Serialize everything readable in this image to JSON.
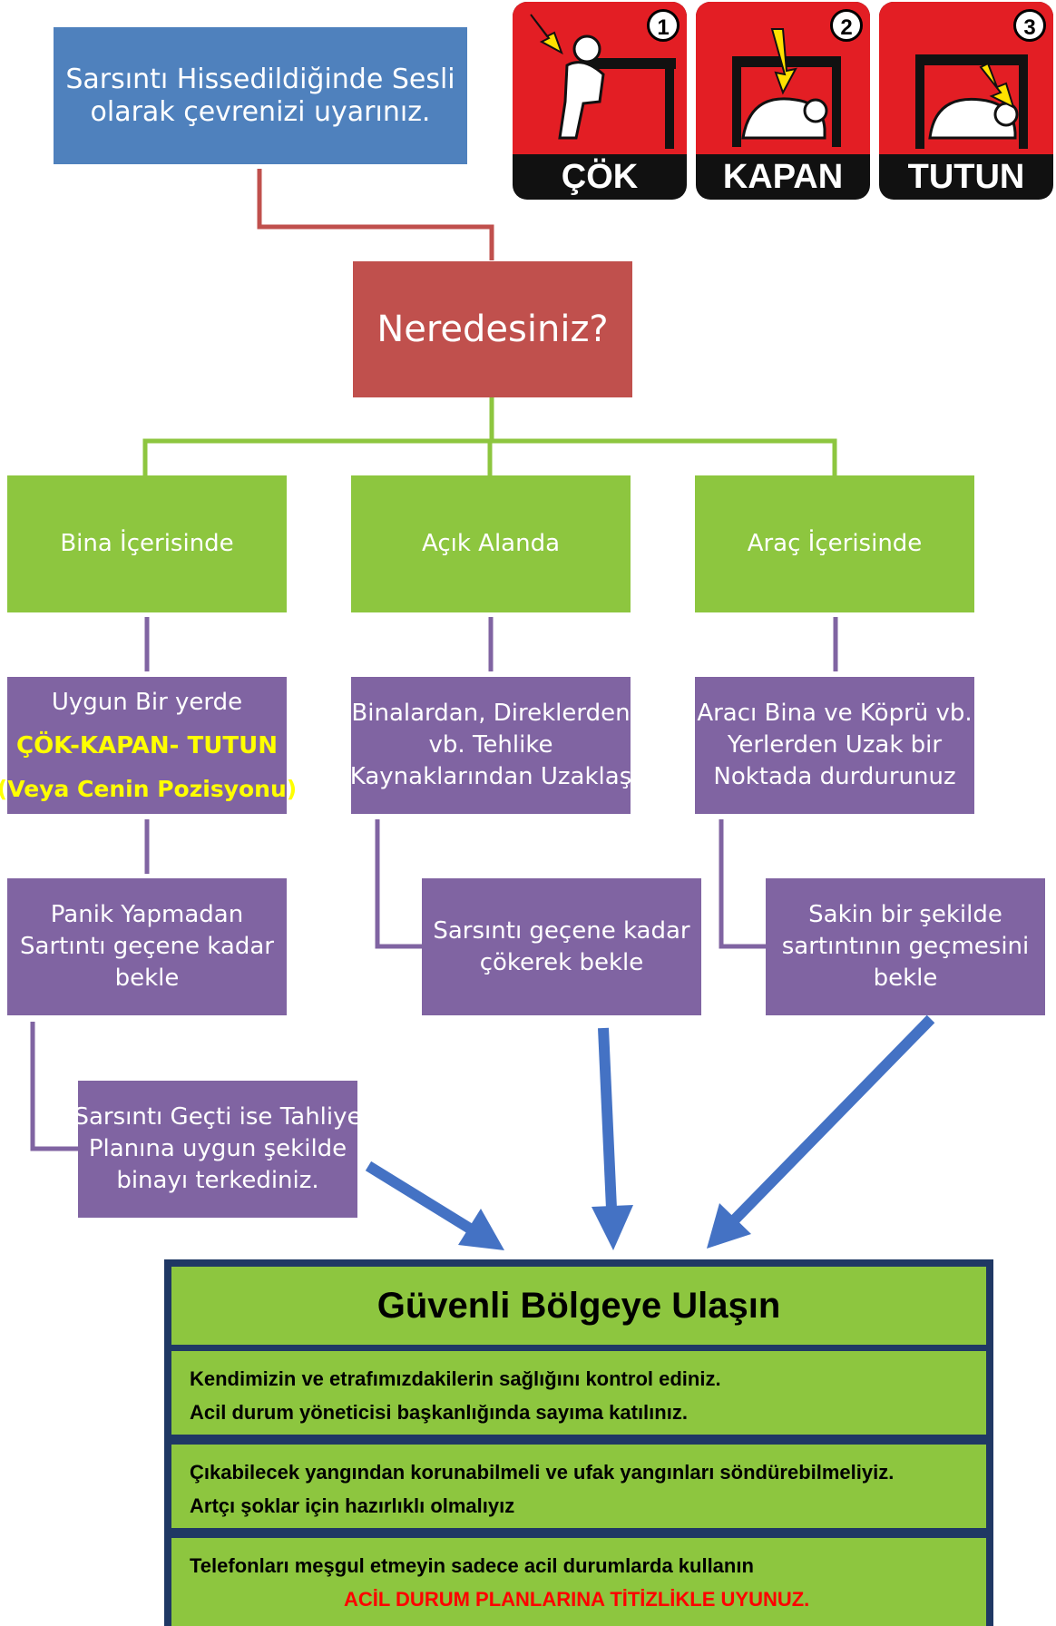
{
  "top_box": {
    "line1": "Sarsıntı Hissedildiğinde Sesli",
    "line2": "olarak çevrenizi uyarınız."
  },
  "steps": [
    {
      "num": "1",
      "label": "ÇÖK"
    },
    {
      "num": "2",
      "label": "KAPAN"
    },
    {
      "num": "3",
      "label": "TUTUN"
    }
  ],
  "question": "Neredesiniz?",
  "locations": [
    "Bina İçerisinde",
    "Açık Alanda",
    "Araç İçerisinde"
  ],
  "building": {
    "action": {
      "line1": "Uygun Bir yerde",
      "line2": "ÇÖK-KAPAN- TUTUN",
      "line3": "(Veya Cenin Pozisyonu)"
    },
    "wait": {
      "line1": "Panik Yapmadan",
      "line2": "Sartıntı geçene kadar",
      "line3": "bekle"
    },
    "evacuate": {
      "line1": "Sarsıntı Geçti ise Tahliye",
      "line2": "Planına uygun şekilde",
      "line3": "binayı terkediniz."
    }
  },
  "open_area": {
    "action": {
      "line1": "Binalardan, Direklerden",
      "line2": "vb. Tehlike",
      "line3": "Kaynaklarından Uzaklaş"
    },
    "wait": {
      "line1": "Sarsıntı geçene kadar",
      "line2": "çökerek bekle"
    }
  },
  "vehicle": {
    "action": {
      "line1": "Aracı Bina ve Köprü vb.",
      "line2": "Yerlerden Uzak bir",
      "line3": "Noktada durdurunuz"
    },
    "wait": {
      "line1": "Sakin bir şekilde",
      "line2": "sartıntının geçmesini",
      "line3": "bekle"
    }
  },
  "safe_zone": {
    "title": "Güvenli Bölgeye Ulaşın",
    "rows": [
      {
        "line1": "Kendimizin ve etrafımızdakilerin sağlığını kontrol ediniz.",
        "line2": "Acil durum yöneticisi başkanlığında sayıma katılınız."
      },
      {
        "line1": "Çıkabilecek yangından korunabilmeli ve ufak yangınları söndürebilmeliyiz.",
        "line2": "Artçı şoklar için hazırlıklı olmalıyız"
      },
      {
        "line1": "Telefonları meşgul etmeyin sadece acil durumlarda kullanın",
        "line2": "ACİL DURUM PLANLARINA TİTİZLİKLE UYUNUZ."
      }
    ]
  },
  "colors": {
    "blue": "#4f81bd",
    "red": "#c0504d",
    "green": "#8dc63f",
    "purple": "#8064a2",
    "yellow_text": "#ffff00",
    "arrow": "#4472c4",
    "warning_text": "#ff0000",
    "frame": "#1f3864"
  }
}
